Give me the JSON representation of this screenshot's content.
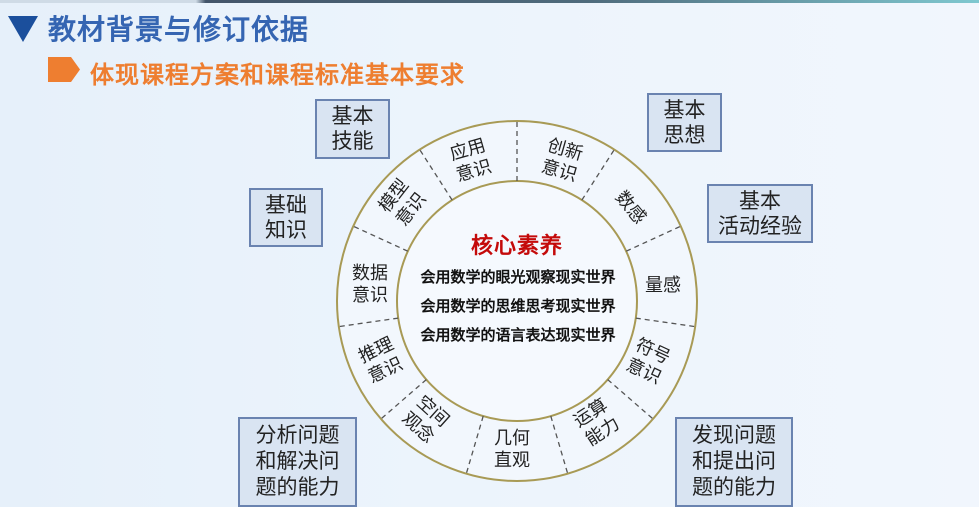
{
  "slide": {
    "title": "教材背景与修订依据",
    "subtitle": "体现课程方案和课程标准基本要求",
    "colors": {
      "title": "#3565b2",
      "title_marker": "#1b4f9c",
      "subtitle": "#ee7e30",
      "core_title": "#c40a0a",
      "box_fill": "#d9e4f2",
      "box_border": "#6a83b0",
      "ring_border": "#a89a55"
    }
  },
  "diagram": {
    "core": {
      "title": "核心素养",
      "lines": [
        "会用数学的眼光观察现实世界",
        "会用数学的思维思考现实世界",
        "会用数学的语言表达现实世界"
      ]
    },
    "ring_segments": [
      {
        "line1": "应用",
        "line2": "意识"
      },
      {
        "line1": "创新",
        "line2": "意识"
      },
      {
        "line1": "数感",
        "line2": ""
      },
      {
        "line1": "量感",
        "line2": ""
      },
      {
        "line1": "符号",
        "line2": "意识"
      },
      {
        "line1": "运算",
        "line2": "能力"
      },
      {
        "line1": "几何",
        "line2": "直观"
      },
      {
        "line1": "空间",
        "line2": "观念"
      },
      {
        "line1": "推理",
        "line2": "意识"
      },
      {
        "line1": "数据",
        "line2": "意识"
      },
      {
        "line1": "模型",
        "line2": "意识"
      }
    ],
    "boxes": {
      "basic_skills": [
        "基本",
        "技能"
      ],
      "basic_knowledge": [
        "基础",
        "知识"
      ],
      "basic_thoughts": [
        "基本",
        "思想"
      ],
      "basic_activity_experience": [
        "基本",
        "活动经验"
      ],
      "analyze_solve": [
        "分析问题",
        "和解决问",
        "题的能力"
      ],
      "discover_pose": [
        "发现问题",
        "和提出问",
        "题的能力"
      ]
    }
  }
}
